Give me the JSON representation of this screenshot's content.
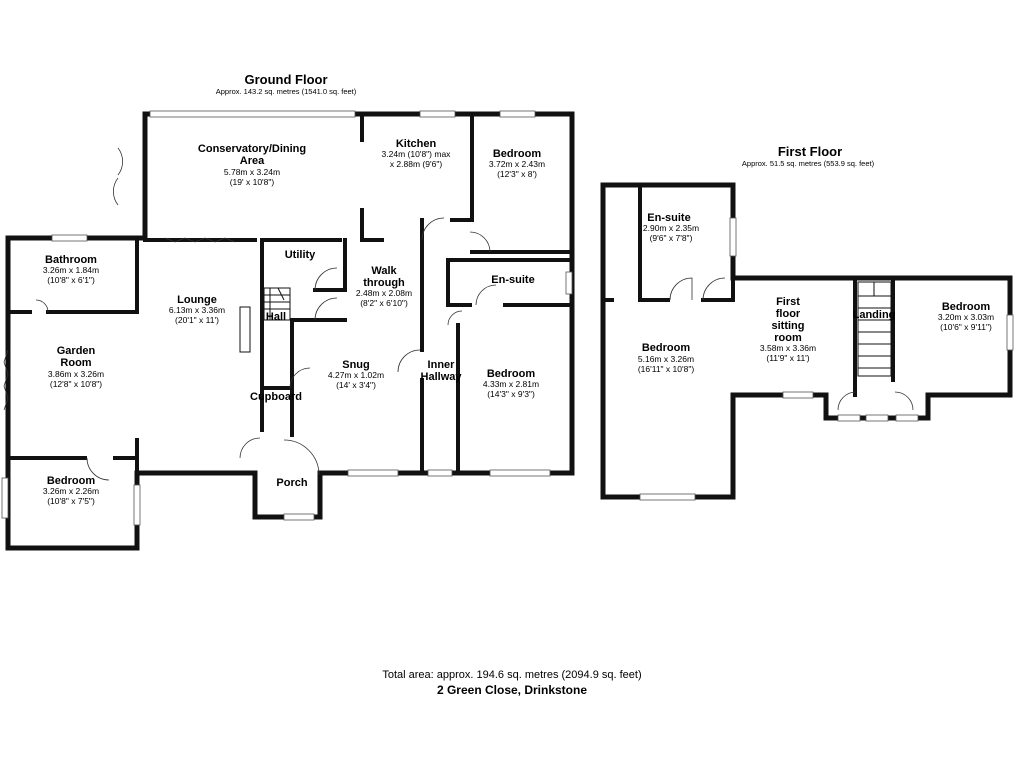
{
  "ground_floor": {
    "title": "Ground Floor",
    "area": "Approx. 143.2 sq. metres (1541.0 sq. feet)",
    "rooms": {
      "conservatory": {
        "name1": "Conservatory/Dining",
        "name2": "Area",
        "dim_m": "5.78m x 3.24m",
        "dim_ft": "(19' x 10'8\")"
      },
      "kitchen": {
        "name": "Kitchen",
        "dim_m": "3.24m (10'8\") max",
        "dim_ft": "x 2.88m (9'6\")"
      },
      "bedroom_rear": {
        "name": "Bedroom",
        "dim_m": "3.72m x 2.43m",
        "dim_ft": "(12'3\" x 8')"
      },
      "bathroom": {
        "name": "Bathroom",
        "dim_m": "3.26m x 1.84m",
        "dim_ft": "(10'8\" x 6'1\")"
      },
      "utility": {
        "name": "Utility"
      },
      "walk_through": {
        "name1": "Walk",
        "name2": "through",
        "dim_m": "2.48m x 2.08m",
        "dim_ft": "(8'2\" x 6'10\")"
      },
      "ensuite": {
        "name": "En-suite"
      },
      "lounge": {
        "name": "Lounge",
        "dim_m": "6.13m x 3.36m",
        "dim_ft": "(20'1\" x 11')"
      },
      "hall": {
        "name": "Hall"
      },
      "garden_room": {
        "name1": "Garden",
        "name2": "Room",
        "dim_m": "3.86m x 3.26m",
        "dim_ft": "(12'8\" x 10'8\")"
      },
      "snug": {
        "name": "Snug",
        "dim_m": "4.27m x 1.02m",
        "dim_ft": "(14' x 3'4\")"
      },
      "inner_hallway": {
        "name1": "Inner",
        "name2": "Hallway"
      },
      "bedroom_front": {
        "name": "Bedroom",
        "dim_m": "4.33m x 2.81m",
        "dim_ft": "(14'3\" x 9'3\")"
      },
      "cupboard": {
        "name": "Cupboard"
      },
      "bedroom_left": {
        "name": "Bedroom",
        "dim_m": "3.26m x 2.26m",
        "dim_ft": "(10'8\" x 7'5\")"
      },
      "porch": {
        "name": "Porch"
      }
    }
  },
  "first_floor": {
    "title": "First Floor",
    "area": "Approx. 51.5 sq. metres (553.9 sq. feet)",
    "rooms": {
      "ensuite": {
        "name": "En-suite",
        "dim_m": "2.90m x 2.35m",
        "dim_ft": "(9'6\" x 7'8\")"
      },
      "bedroom_large": {
        "name": "Bedroom",
        "dim_m": "5.16m x 3.26m",
        "dim_ft": "(16'11\" x 10'8\")"
      },
      "sitting_room": {
        "name1": "First",
        "name2": "floor",
        "name3": "sitting",
        "name4": "room",
        "dim_m": "3.58m x 3.36m",
        "dim_ft": "(11'9\" x 11')"
      },
      "landing": {
        "name": "Landing"
      },
      "bedroom_right": {
        "name": "Bedroom",
        "dim_m": "3.20m x 3.03m",
        "dim_ft": "(10'6\" x 9'11\")"
      }
    }
  },
  "footer": {
    "total_area": "Total area: approx. 194.6 sq. metres (2094.9 sq. feet)",
    "address": "2 Green Close, Drinkstone"
  }
}
